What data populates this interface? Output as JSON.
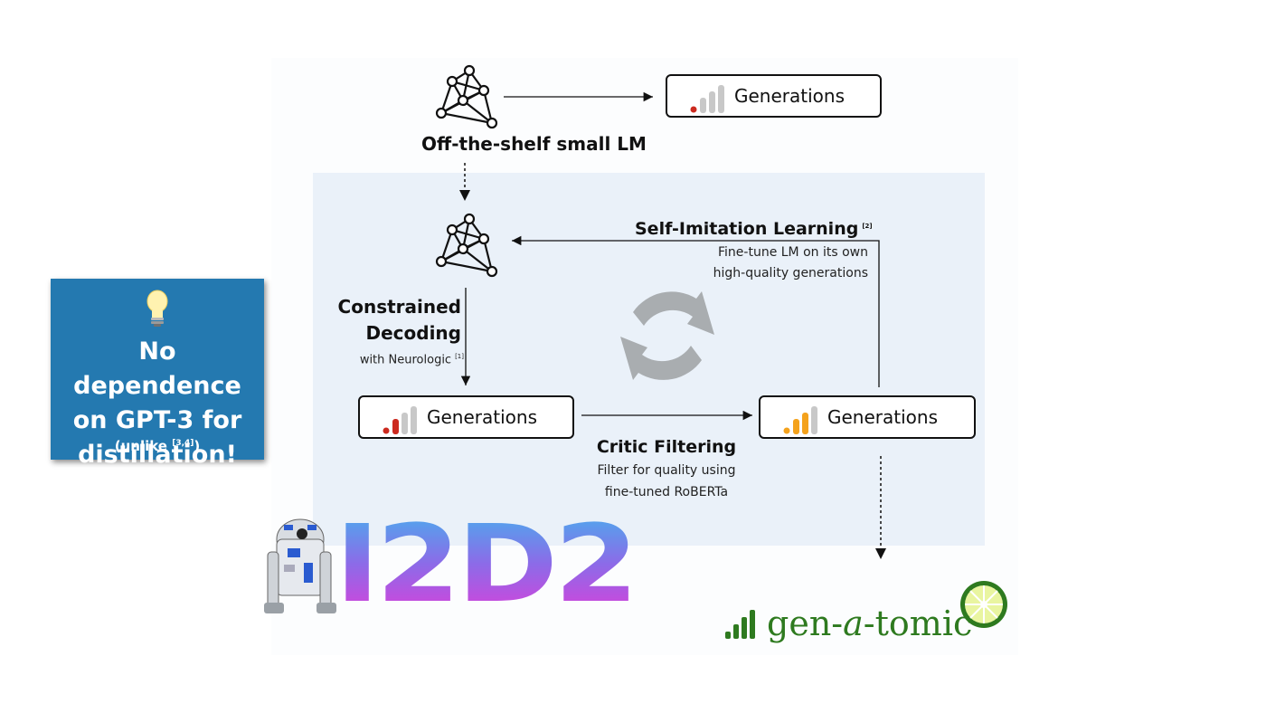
{
  "diagram": {
    "top": {
      "model_label": "Off-the-shelf small LM",
      "output_label": "Generations"
    },
    "loop": {
      "self_imitation": {
        "title": "Self-Imitation Learning",
        "cite": "[2]",
        "desc_line1": "Fine-tune LM on its own",
        "desc_line2": "high-quality generations"
      },
      "constrained": {
        "title_line1": "Constrained",
        "title_line2": "Decoding",
        "desc": "with Neurologic",
        "cite": "[1]"
      },
      "left_output_label": "Generations",
      "right_output_label": "Generations",
      "critic": {
        "title": "Critic Filtering",
        "desc_line1": "Filter for quality using",
        "desc_line2": "fine-tuned RoBERTa"
      }
    },
    "note": {
      "icon": "lightbulb-icon",
      "main_line1": "No dependence",
      "main_line2": "on GPT-3 for",
      "main_line3": "distillation!",
      "sub": "(unlike",
      "sub_cite": "[3,4]",
      "sub_end": ")"
    },
    "logos": {
      "i2d2": "I2D2",
      "genatomic_part1": "gen-",
      "genatomic_part2": "a",
      "genatomic_part3": "-tomic"
    },
    "colors": {
      "panel": "#eaf1f9",
      "note": "#2479b0",
      "bar_red": "#cc2a1f",
      "bar_orange": "#f4a21c",
      "bar_grey": "#c8c8c8",
      "cycle_grey": "#a9adb0",
      "genatomic_green": "#2e7a1f",
      "lime": "#c6e23a"
    }
  }
}
